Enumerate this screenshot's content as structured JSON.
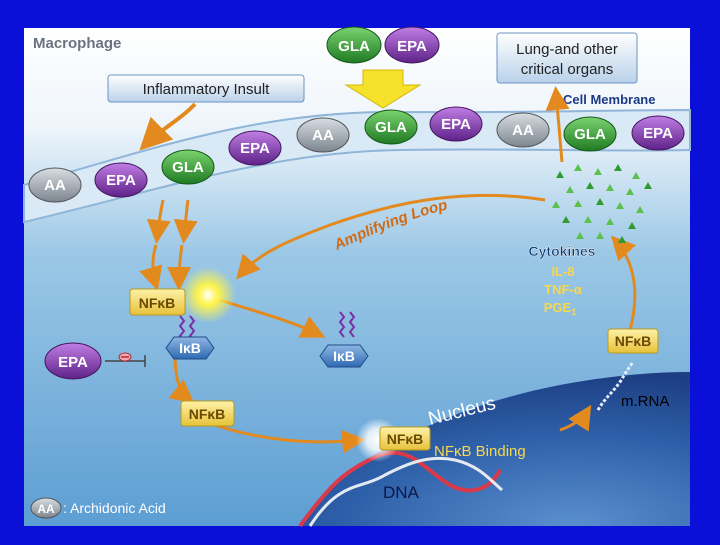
{
  "title": "Macrophage",
  "insult_label": "Inflammatory Insult",
  "top_lipids": [
    "GLA",
    "EPA"
  ],
  "target_box": [
    "Lung-and other",
    "critical organs"
  ],
  "membrane_label": "Cell Membrane",
  "membrane_lipids": [
    "EPA",
    "AA",
    "GLA",
    "EPA",
    "AA",
    "GLA",
    "EPA",
    "AA",
    "EPA",
    "GLA",
    "EPA"
  ],
  "loop_label": "Amplifying Loop",
  "cytokines": {
    "label": "Cytokines",
    "items": [
      "IL-8",
      "TNF-α",
      "PGE",
      "1"
    ]
  },
  "nfkb": "NFκB",
  "ikb": "IκB",
  "epa_inhibitor": "EPA",
  "nucleus_label": "Nucleus",
  "binding_label": "NFκB Binding",
  "dna_label": "DNA",
  "mrna_label": "m.RNA",
  "legend": {
    "symbol": "AA",
    "text": ": Archidonic Acid"
  },
  "colors": {
    "background": "#0b10d8",
    "gla": "#2f9a2f",
    "epa": "#8a3fb8",
    "aa": "#9aa3ad",
    "nfkb": "#f2d64a",
    "ikb": "#4a86c8",
    "cytokine": "#f7c94a",
    "arrow": "#e38a1f"
  }
}
